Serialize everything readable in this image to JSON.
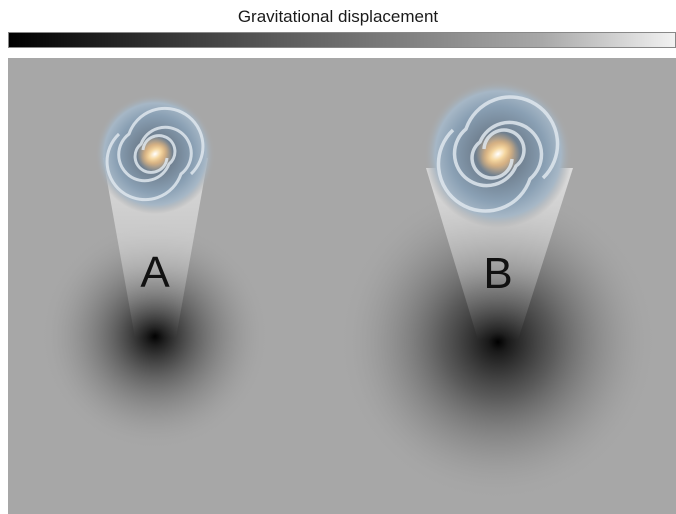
{
  "title": "Gravitational displacement",
  "colorbar": {
    "min_color": "#000000",
    "max_color": "#f2f2f2"
  },
  "background_color": "#a7a7a7",
  "galaxies": [
    {
      "label": "A"
    },
    {
      "label": "B"
    }
  ]
}
